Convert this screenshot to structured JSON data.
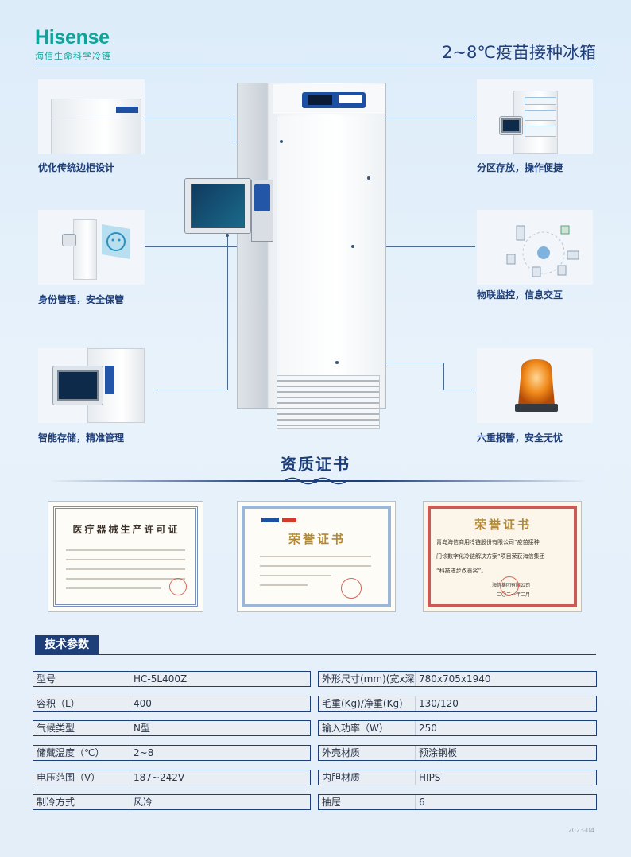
{
  "header": {
    "brand_name": "Hisense",
    "brand_sub": "海信生命科学冷链",
    "title": "2~8℃疫苗接种冰箱"
  },
  "features": [
    {
      "label": "优化传统边柜设计",
      "icon": "cabinet-illustration"
    },
    {
      "label": "身份管理，安全保管",
      "icon": "face-id-illustration"
    },
    {
      "label": "智能存储，精准管理",
      "icon": "touchscreen-illustration"
    },
    {
      "label": "分区存放，操作便捷",
      "icon": "drawer-cabinet-illustration"
    },
    {
      "label": "物联监控，信息交互",
      "icon": "iot-network-illustration"
    },
    {
      "label": "六重报警，安全无忧",
      "icon": "alarm-beacon-illustration"
    }
  ],
  "certificates_section": {
    "title": "资质证书",
    "items": [
      {
        "heading": "医疗器械生产许可证",
        "name": "medical-device-license"
      },
      {
        "heading": "荣誉证书",
        "name": "honor-certificate-1"
      },
      {
        "heading": "荣誉证书",
        "name": "honor-certificate-2",
        "line1": "青岛海信商用冷链股份有限公司“疫苗接种",
        "line2": "门诊数字化冷链解决方案”项目荣获海信集团",
        "line3": "“科技进步改善奖”。",
        "issuer": "海信集团有限公司",
        "date": "二〇二一年二月"
      }
    ]
  },
  "specs": {
    "tab": "技术参数",
    "left": [
      {
        "label": "型号",
        "value": "HC-5L400Z"
      },
      {
        "label": "容积（L）",
        "value": "400"
      },
      {
        "label": "气候类型",
        "value": "N型"
      },
      {
        "label": "储藏温度（℃）",
        "value": "2~8"
      },
      {
        "label": "电压范围（V）",
        "value": "187~242V"
      },
      {
        "label": "制冷方式",
        "value": "风冷"
      }
    ],
    "right": [
      {
        "label": "外形尺寸(mm)(宽x深x高)",
        "value": "780x705x1940"
      },
      {
        "label": "毛重(Kg)/净重(Kg)",
        "value": "130/120"
      },
      {
        "label": "输入功率（W）",
        "value": "250"
      },
      {
        "label": "外壳材质",
        "value": "预涂钢板"
      },
      {
        "label": "内胆材质",
        "value": "HIPS"
      },
      {
        "label": "抽屉",
        "value": "6"
      }
    ]
  },
  "footer": {
    "date": "2023-04"
  },
  "colors": {
    "brand": "#0fa39a",
    "navy": "#1e3e7a",
    "alarm": "#e06a10"
  }
}
